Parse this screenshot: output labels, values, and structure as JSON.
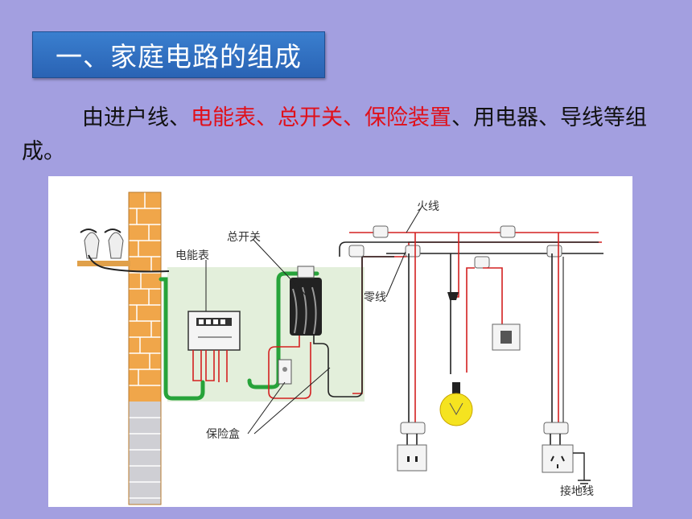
{
  "title": "一、家庭电路的组成",
  "paragraph": {
    "part1": "由进户线、",
    "part2_red": "电能表、总开关、保险装置",
    "part3": "、用电器、导线等组成。"
  },
  "diagram_labels": {
    "live_wire": "火线",
    "main_switch": "总开关",
    "meter": "电能表",
    "neutral_wire": "零线",
    "fuse_box": "保险盒",
    "ground_wire": "接地线"
  },
  "colors": {
    "background": "#a39fe0",
    "title_bg": "#2f6fc2",
    "highlight_red": "#e0101a"
  }
}
